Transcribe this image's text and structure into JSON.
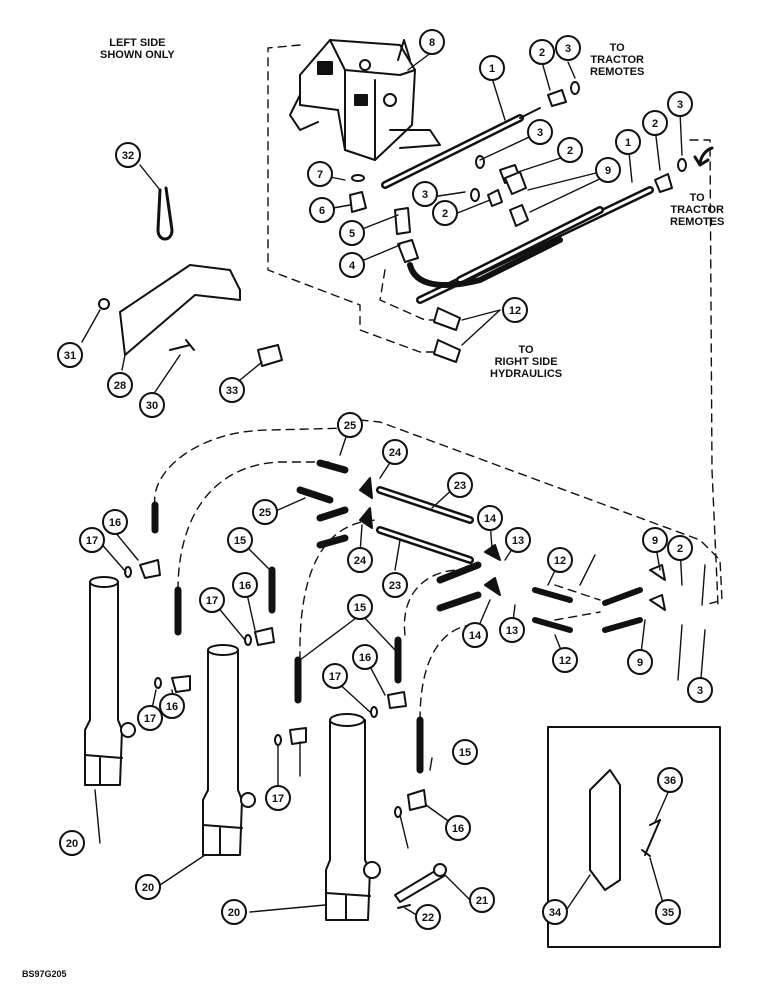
{
  "notes": {
    "left_side": [
      "LEFT SIDE",
      "SHOWN ONLY"
    ],
    "tractor_remotes_1": [
      "TO",
      "TRACTOR",
      "REMOTES"
    ],
    "tractor_remotes_2": [
      "TO",
      "TRACTOR",
      "REMOTES"
    ],
    "right_side": [
      "TO",
      "RIGHT SIDE",
      "HYDRAULICS"
    ]
  },
  "drawing_code": "BS97G205",
  "callouts": [
    "1",
    "1",
    "2",
    "2",
    "2",
    "2",
    "2",
    "3",
    "3",
    "3",
    "3",
    "3",
    "4",
    "5",
    "6",
    "7",
    "8",
    "9",
    "9",
    "9",
    "12",
    "12",
    "12",
    "13",
    "13",
    "14",
    "14",
    "15",
    "15",
    "15",
    "16",
    "16",
    "16",
    "16",
    "16",
    "17",
    "17",
    "17",
    "17",
    "17",
    "20",
    "20",
    "20",
    "21",
    "22",
    "23",
    "23",
    "24",
    "24",
    "25",
    "25",
    "28",
    "30",
    "31",
    "32",
    "33",
    "34",
    "35",
    "36"
  ],
  "colors": {
    "ink": "#111111",
    "paper": "#ffffff"
  }
}
